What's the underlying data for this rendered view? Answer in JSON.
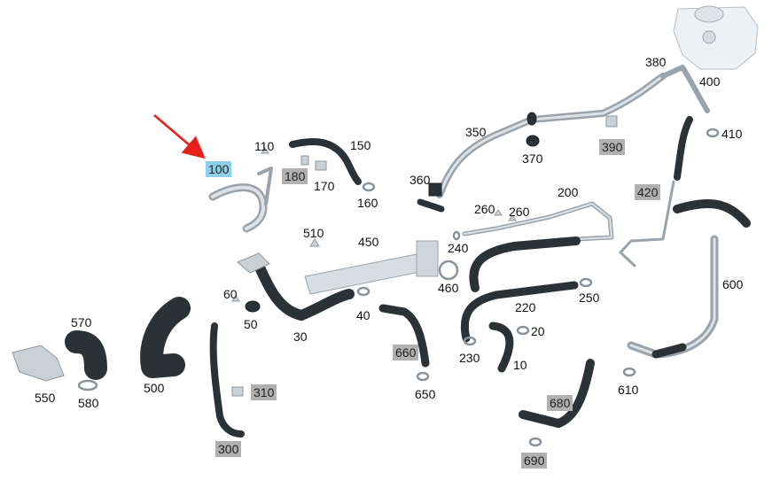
{
  "diagram": {
    "pointer_color": "#e8201a",
    "highlight_color": "#8fd0e8",
    "shaded_color": "#b0b0b0",
    "labels": {
      "p10": "10",
      "p20": "20",
      "p30": "30",
      "p40": "40",
      "p50": "50",
      "p60": "60",
      "p100": "100",
      "p110": "110",
      "p150": "150",
      "p160": "160",
      "p170": "170",
      "p180": "180",
      "p200": "200",
      "p220": "220",
      "p230": "230",
      "p240": "240",
      "p250": "250",
      "p260a": "260",
      "p260b": "260",
      "p300": "300",
      "p310": "310",
      "p350": "350",
      "p360": "360",
      "p370": "370",
      "p380": "380",
      "p390": "390",
      "p400": "400",
      "p410": "410",
      "p420": "420",
      "p450": "450",
      "p460": "460",
      "p500": "500",
      "p510": "510",
      "p550": "550",
      "p570": "570",
      "p580": "580",
      "p600": "600",
      "p610": "610",
      "p650": "650",
      "p660": "660",
      "p680": "680",
      "p690": "690"
    }
  }
}
